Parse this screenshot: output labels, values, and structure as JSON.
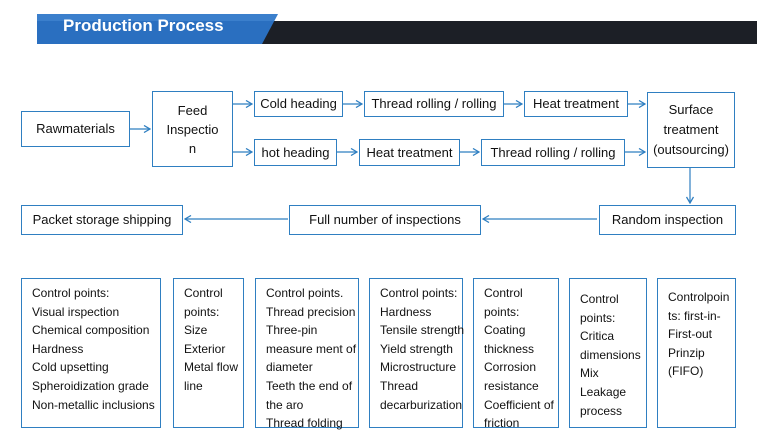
{
  "title": "Production Process",
  "colors": {
    "banner_dark": "#1c1f26",
    "banner_blue": "#2a6fc0",
    "border": "#2f7fc1",
    "arrow": "#2f7fc1"
  },
  "steps": {
    "raw": "Rawmaterials",
    "feed": [
      "Feed",
      "Inspectio",
      "n"
    ],
    "cold_heading": "Cold heading",
    "thread_rolling_1": "Thread rolling / rolling",
    "heat_treatment_1": "Heat treatment",
    "surface": [
      "Surface",
      "treatment",
      "(outsourcing)"
    ],
    "hot_heading": "hot heading",
    "heat_treatment_2": "Heat treatment",
    "thread_rolling_2": "Thread rolling / rolling",
    "random": "Random inspection",
    "full": "Full number of inspections",
    "packet": "Packet storage shipping"
  },
  "control_points": [
    [
      "Control points:",
      "Visual irspection",
      "Chemical composition",
      "Hardness",
      "Cold upsetting",
      "Spheroidization grade",
      "Non-metallic inclusions"
    ],
    [
      "Control",
      "points:",
      "Size",
      "Exterior",
      "Metal flow",
      "line"
    ],
    [
      "Control points.",
      "Thread precision",
      "Three-pin",
      "measure ment of",
      "diameter",
      "Teeth the end of",
      "the aro",
      "Thread folding"
    ],
    [
      "Control points:",
      "Hardness",
      "Tensile strength",
      "Yield strength",
      "Microstructure",
      "Thread",
      "decarburization"
    ],
    [
      "Control",
      "points:",
      "Coating",
      "thickness",
      "Corrosion",
      "resistance",
      " Coefficient of",
      "friction"
    ],
    [
      "Control",
      "points:",
      "Critica",
      "dimensions",
      "Mix",
      "Leakage",
      "process"
    ],
    [
      "Controlpoin",
      "ts: first-in-",
      "First-out",
      "Prinzip",
      "(FIFO)"
    ]
  ]
}
